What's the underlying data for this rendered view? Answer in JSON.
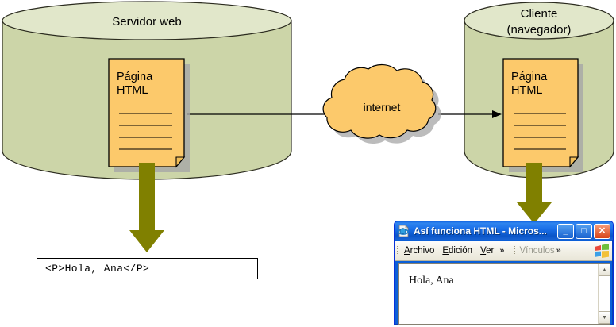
{
  "diagram": {
    "server": {
      "label": "Servidor web",
      "page_icon": {
        "line1": "Página",
        "line2": "HTML"
      }
    },
    "client": {
      "label_line1": "Cliente",
      "label_line2": "(navegador)",
      "page_icon": {
        "line1": "Página",
        "line2": "HTML"
      }
    },
    "network": {
      "label": "internet"
    },
    "code_box": {
      "text": "<P>Hola, Ana</P>"
    },
    "colors": {
      "cylinder_body": "#ccd5a8",
      "cylinder_top": "#e1e7ca",
      "page_fill": "#fcc96b",
      "cloud_fill": "#fcc96b",
      "arrow_olive": "#808000",
      "outline": "#000000",
      "shadow": "#a6a6a6"
    }
  },
  "browser": {
    "title": "Así funciona HTML - Micros...",
    "icon_name": "ie-document-icon",
    "window_buttons": {
      "minimize": "_",
      "maximize": "□",
      "close": "✕"
    },
    "menu": [
      {
        "label": "Archivo",
        "accel": "A",
        "rest": "rchivo"
      },
      {
        "label": "Edición",
        "accel": "E",
        "rest": "dición"
      },
      {
        "label": "Ver",
        "accel": "V",
        "rest": "er"
      }
    ],
    "menu_overflow": "»",
    "links_label": "Vínculos",
    "links_overflow": "»",
    "content": "Hola, Ana",
    "scroll_up": "▲",
    "scroll_down": "▼"
  }
}
